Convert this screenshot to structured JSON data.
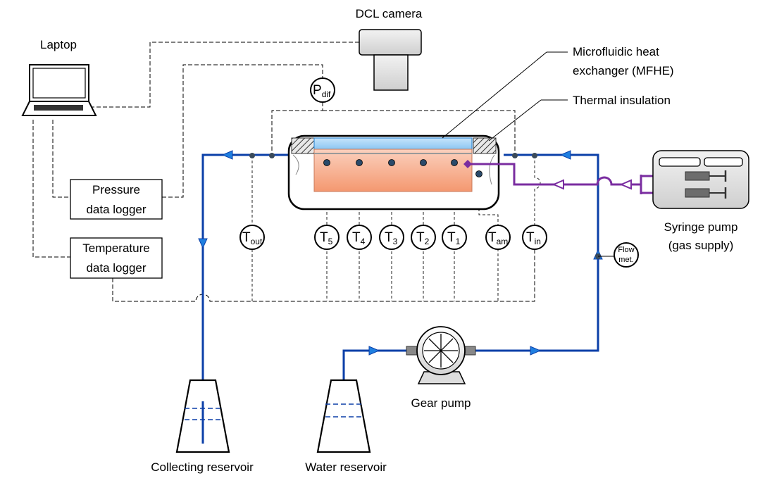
{
  "labels": {
    "laptop": "Laptop",
    "camera": "DCL camera",
    "mfhe_line1": "Microfluidic heat",
    "mfhe_line2": "exchanger (MFHE)",
    "insulation": "Thermal insulation",
    "pressure_logger_line1": "Pressure",
    "pressure_logger_line2": "data logger",
    "temperature_logger_line1": "Temperature",
    "temperature_logger_line2": "data logger",
    "syringe_line1": "Syringe pump",
    "syringe_line2": "(gas supply)",
    "flowmeter_line1": "Flow",
    "flowmeter_line2": "met.",
    "gear_pump": "Gear pump",
    "collecting_reservoir": "Collecting reservoir",
    "water_reservoir": "Water reservoir"
  },
  "sensors": {
    "p_dif": {
      "main": "P",
      "sub": "dif"
    },
    "t_out": {
      "main": "T",
      "sub": "out"
    },
    "t5": {
      "main": "T",
      "sub": "5"
    },
    "t4": {
      "main": "T",
      "sub": "4"
    },
    "t3": {
      "main": "T",
      "sub": "3"
    },
    "t2": {
      "main": "T",
      "sub": "2"
    },
    "t1": {
      "main": "T",
      "sub": "1"
    },
    "t_am": {
      "main": "T",
      "sub": "am"
    },
    "t_in": {
      "main": "T",
      "sub": "in"
    }
  },
  "colors": {
    "water_line": "#0b3fa8",
    "gas_line": "#7a2da0",
    "heater": "#f6a27f",
    "channel": "#9fd0f5"
  }
}
